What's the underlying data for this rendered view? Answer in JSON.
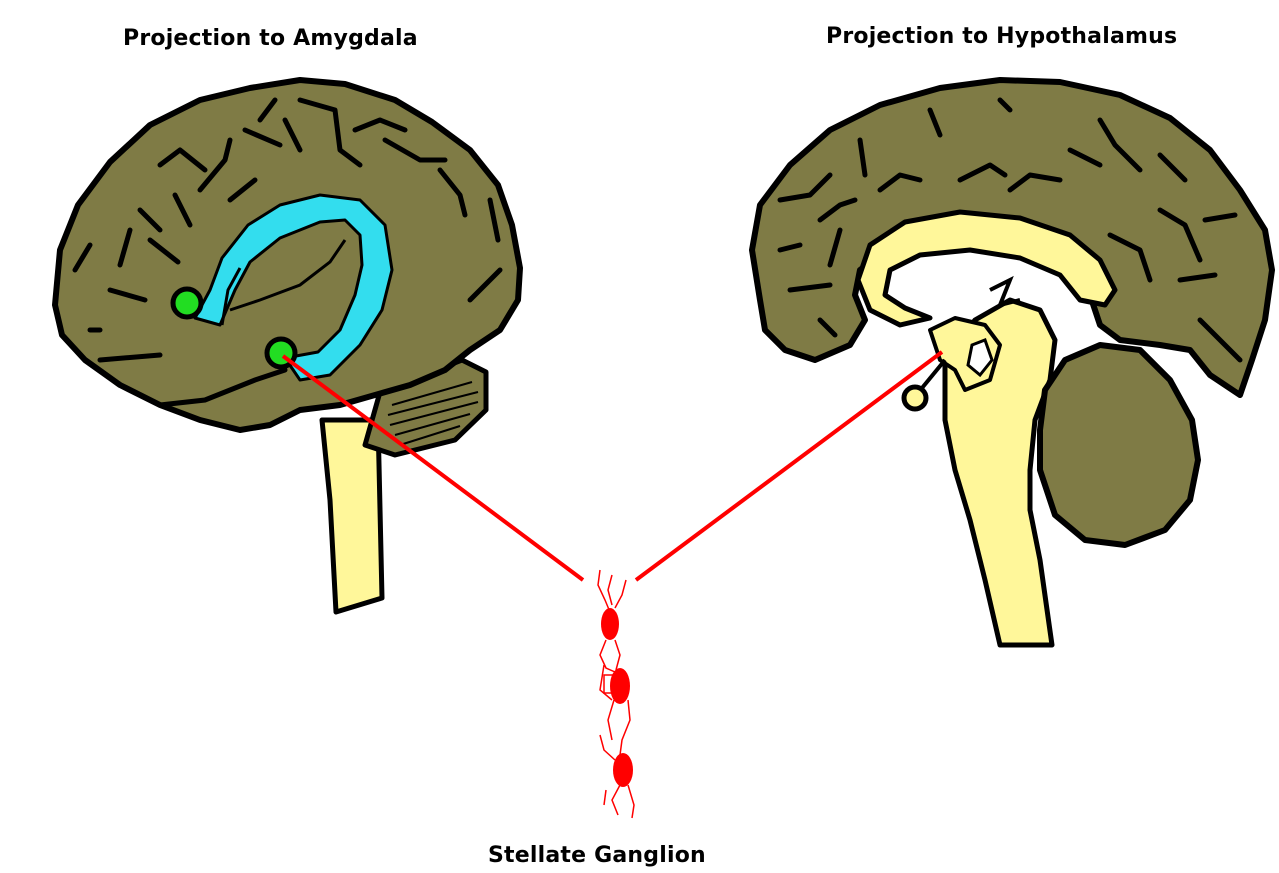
{
  "labels": {
    "amygdala_projection": "Projection to Amygdala",
    "hypothalamus_projection": "Projection to Hypothalamus",
    "stellate": "Stellate Ganglion"
  },
  "colors": {
    "brain": "#7f7b45",
    "brainstem": "#fff79a",
    "hippocampus": "#33ddee",
    "amygdala": "#22dd22",
    "projection": "#ff0000",
    "outline": "#000000",
    "background": "#ffffff"
  }
}
